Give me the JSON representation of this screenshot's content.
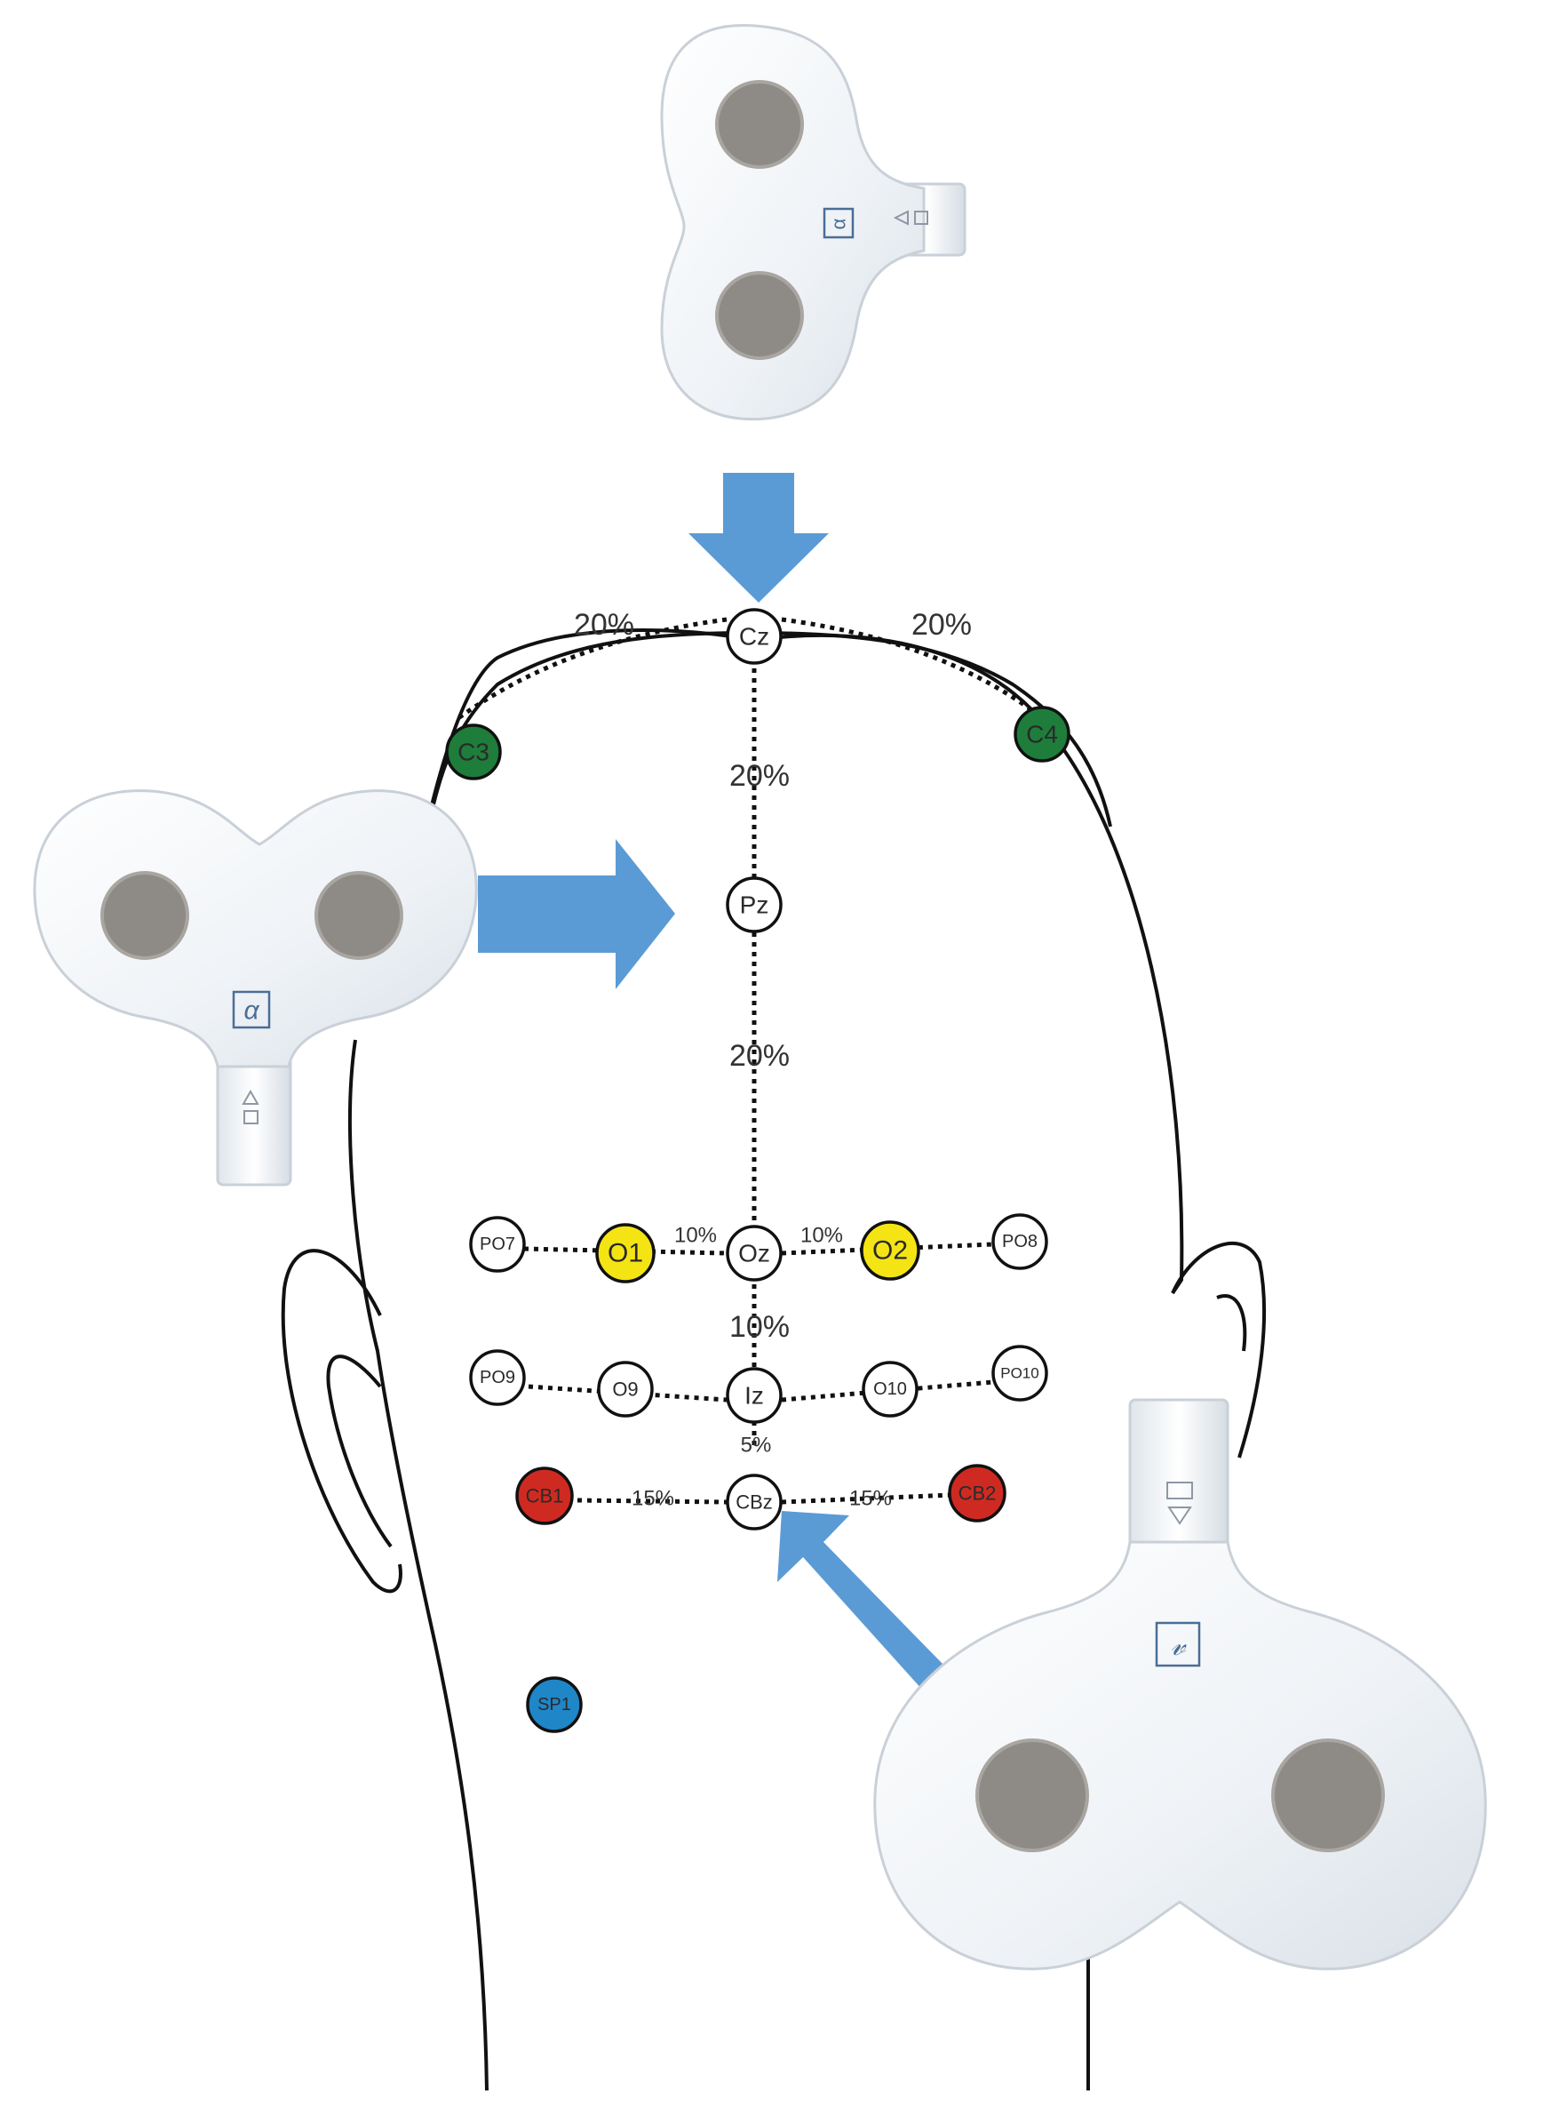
{
  "colors": {
    "line": "#111111",
    "arrow": "#5b9bd5",
    "green": "#1e7d3a",
    "yellow": "#f5e414",
    "red": "#cf2a21",
    "blue": "#1f86c8",
    "white": "#ffffff",
    "device_hole": "#8e8a86"
  },
  "electrodes": {
    "cz": "Cz",
    "pz": "Pz",
    "oz": "Oz",
    "iz": "Iz",
    "cbz": "CBz",
    "c3": "C3",
    "c4": "C4",
    "o1": "O1",
    "o2": "O2",
    "po7": "PO7",
    "po8": "PO8",
    "po9": "PO9",
    "po10": "PO10",
    "o9": "O9",
    "o10": "O10",
    "cb1": "CB1",
    "cb2": "CB2",
    "sp1": "SP1"
  },
  "percent_labels": {
    "cz_c3": "20%",
    "cz_c4": "20%",
    "cz_pz": "20%",
    "pz_oz": "20%",
    "oz_iz": "10%",
    "o1_oz": "10%",
    "oz_o2": "10%",
    "iz_cbz": "5%",
    "cb1_cbz": "15%",
    "cbz_cb2": "15%"
  },
  "devices": {
    "top": {
      "symbol": "α",
      "icon": "connector-icon"
    },
    "left": {
      "symbol": "α",
      "icon": "connector-icon"
    },
    "right": {
      "symbol": "𝓋",
      "icon": "connector-icon"
    }
  }
}
